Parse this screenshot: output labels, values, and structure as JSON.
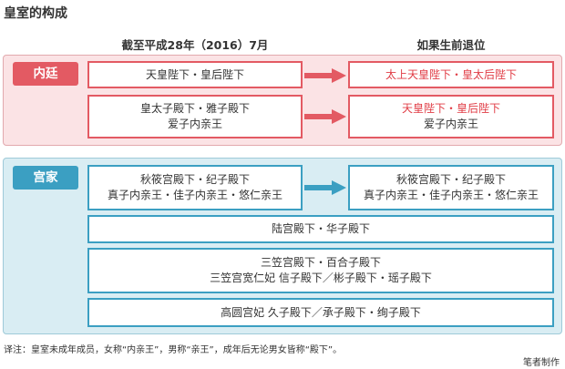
{
  "title": "皇室的构成",
  "column_headers": {
    "current": "截至平成28年（2016）7月",
    "after": "如果生前退位"
  },
  "sections": {
    "naitei": {
      "label": "内廷",
      "rows": [
        {
          "current": [
            "天皇陛下・皇后陛下"
          ],
          "after": [
            "太上天皇陛下・皇太后陛下"
          ],
          "after_highlight": [
            true
          ]
        },
        {
          "current": [
            "皇太子殿下・雅子殿下",
            "爱子内亲王"
          ],
          "after": [
            "天皇陛下・皇后陛下",
            "爱子内亲王"
          ],
          "after_highlight": [
            true,
            false
          ]
        }
      ]
    },
    "kyuke": {
      "label": "宫家",
      "akishino_current": [
        "秋筱宫殿下・纪子殿下",
        "真子内亲王・佳子内亲王・悠仁亲王"
      ],
      "akishino_after": [
        "秋筱宫殿下・纪子殿下",
        "真子内亲王・佳子内亲王・悠仁亲王"
      ],
      "hitachi": [
        "陆宫殿下・华子殿下"
      ],
      "mikasa": [
        "三笠宫殿下・百合子殿下",
        "三笠宫宽仁妃 信子殿下／彬子殿下・瑶子殿下"
      ],
      "takamado": [
        "高圆宫妃 久子殿下／承子殿下・绚子殿下"
      ]
    }
  },
  "note": "译注：皇室未成年成员，女称“内亲王”，男称“亲王”，成年后无论男女皆称“殿下”。",
  "credit": "笔者制作",
  "colors": {
    "red": "#e35a63",
    "blue": "#3b9fc2",
    "red_panel": "#fbe3e5",
    "blue_panel": "#d9edf3"
  }
}
